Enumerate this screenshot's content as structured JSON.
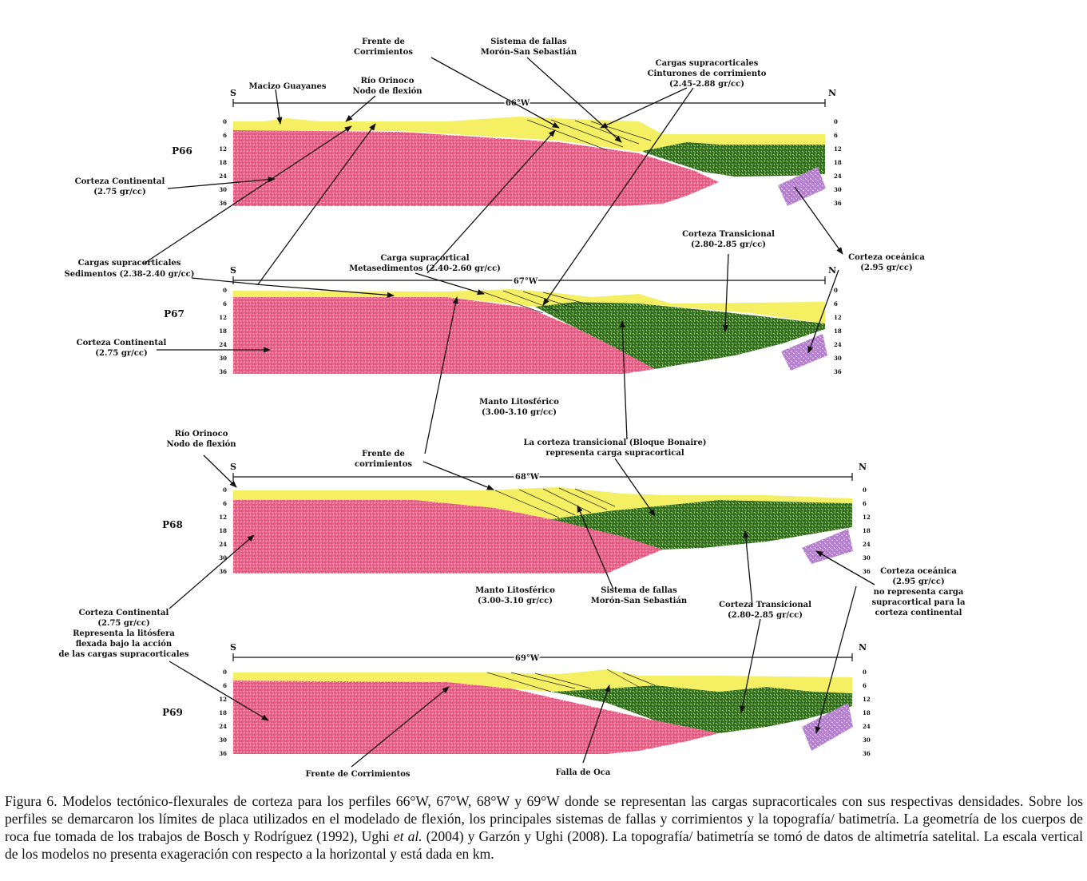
{
  "profiles": [
    {
      "name": "P66",
      "lon": "66°W",
      "s": "S",
      "n": "N",
      "ticks": [
        "0",
        "6",
        "12",
        "18",
        "24",
        "30",
        "36"
      ]
    },
    {
      "name": "P67",
      "lon": "67°W",
      "s": "S",
      "n": "N",
      "ticks": [
        "0",
        "6",
        "12",
        "18",
        "24",
        "30",
        "36"
      ]
    },
    {
      "name": "P68",
      "lon": "68°W",
      "s": "S",
      "n": "N",
      "ticks": [
        "0",
        "6",
        "12",
        "18",
        "24",
        "30",
        "36"
      ]
    },
    {
      "name": "P69",
      "lon": "69°W",
      "s": "S",
      "n": "N",
      "ticks": [
        "0",
        "6",
        "12",
        "18",
        "24",
        "30",
        "36"
      ]
    }
  ],
  "labels": {
    "frente_corr_top": [
      "Frente de",
      "Corrimientos"
    ],
    "sistema_top": [
      "Sistema de fallas",
      "Morón-San Sebastián"
    ],
    "cargas_cint": [
      "Cargas supracorticales",
      "Cinturones de corrimiento",
      "(2.45-2.88 gr/cc)"
    ],
    "macizo": [
      "Macizo Guayanes"
    ],
    "rio_top": [
      "Río Orinoco",
      "Nodo de flexión"
    ],
    "corteza_cont_66": [
      "Corteza Continental",
      "(2.75 gr/cc)"
    ],
    "corteza_trans_66": [
      "Corteza Transicional",
      "(2.80-2.85 gr/cc)"
    ],
    "corteza_oce_66": [
      "Corteza oceánica",
      "(2.95 gr/cc)"
    ],
    "cargas_sed": [
      "Cargas supracorticales",
      "Sedimentos  (2.38-2.40 gr/cc)"
    ],
    "carga_meta": [
      "Carga supracortical",
      "Metasedimentos (2.40-2.60 gr/cc)"
    ],
    "corteza_cont_67": [
      "Corteza Continental",
      "(2.75 gr/cc)"
    ],
    "manto_67": [
      "Manto Litosférico",
      "(3.00-3.10 gr/cc)"
    ],
    "bonaire": [
      "La corteza transicional (Bloque Bonaire)",
      "representa carga supracortical"
    ],
    "rio_68": [
      "Río Orinoco",
      "Nodo de flexión"
    ],
    "frente_68": [
      "Frente de",
      "corrimientos"
    ],
    "manto_68": [
      "Manto Litosférico",
      "(3.00-3.10 gr/cc)"
    ],
    "sistema_68": [
      "Sistema de fallas",
      "Morón-San Sebastián"
    ],
    "corteza_trans_68": [
      "Corteza Transicional",
      "(2.80-2.85 gr/cc)"
    ],
    "corteza_oce_68": [
      "Corteza oceánica",
      "(2.95 gr/cc)",
      "no representa carga",
      "supracortical para la",
      "corteza continental"
    ],
    "corteza_cont_68": [
      "Corteza Continental",
      "(2.75 gr/cc)",
      "Representa la litósfera",
      "flexada bajo la acción",
      "de las cargas supracorticales"
    ],
    "frente_69": [
      "Frente de Corrimientos"
    ],
    "falla_oca": [
      "Falla de Oca"
    ]
  },
  "colors": {
    "sediment": "#f5ef63",
    "continental": "#e8577f",
    "transitional": "#3f7a2a",
    "oceanic": "#b57fcf"
  },
  "caption": {
    "part1": "Figura 6. Modelos tectónico-flexurales de corteza para los perfiles 66°W, 67°W, 68°W y 69°W donde se representan las cargas supracorticales con sus respectivas densidades. Sobre los perfiles se demarcaron los límites de placa utilizados en el modelado de flexión, los principales sistemas de fallas y corrimientos y la topografía/ batimetría. La geometría de los cuerpos de roca fue tomada de los trabajos de Bosch y Rodríguez (1992), Ughi ",
    "em": "et al.",
    "part2": " (2004) y Garzón y Ughi (2008). La topografía/ batimetría se tomó de datos de altimetría satelital. La escala vertical de los modelos no presenta exageración con respecto a la horizontal y está dada en km."
  }
}
